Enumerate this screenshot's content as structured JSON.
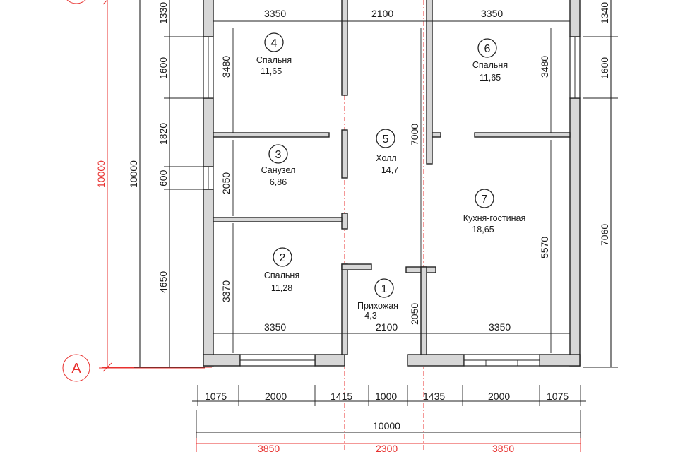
{
  "axes": {
    "bottom_label": "А"
  },
  "dimensions": {
    "top_inner": [
      "3350",
      "2100",
      "3350"
    ],
    "bottom_inner": [
      "3350",
      "2100",
      "3350"
    ],
    "bottom_openings": [
      "1075",
      "2000",
      "1415",
      "1000",
      "1435",
      "2000",
      "1075"
    ],
    "bottom_total": "10000",
    "bottom_axes": [
      "3850",
      "2300",
      "3850"
    ],
    "left_chain": [
      "1330",
      "1600",
      "1820",
      "600",
      "4650"
    ],
    "left_total": "10000",
    "left_total_red": "10000",
    "left_rooms": [
      "3480",
      "2050",
      "3370"
    ],
    "right_rooms": [
      "3480",
      "5570"
    ],
    "right_chain": [
      "1340",
      "1600",
      "7060"
    ],
    "hall_length": "7000",
    "entry_width": "2050"
  },
  "rooms": [
    {
      "num": "1",
      "name": "Прихожая",
      "area": "4,3"
    },
    {
      "num": "2",
      "name": "Спальня",
      "area": "11,28"
    },
    {
      "num": "3",
      "name": "Санузел",
      "area": "6,86"
    },
    {
      "num": "4",
      "name": "Спальня",
      "area": "11,65"
    },
    {
      "num": "5",
      "name": "Холл",
      "area": "14,7"
    },
    {
      "num": "6",
      "name": "Спальня",
      "area": "11,65"
    },
    {
      "num": "7",
      "name": "Кухня-гостиная",
      "area": "18,65"
    }
  ]
}
